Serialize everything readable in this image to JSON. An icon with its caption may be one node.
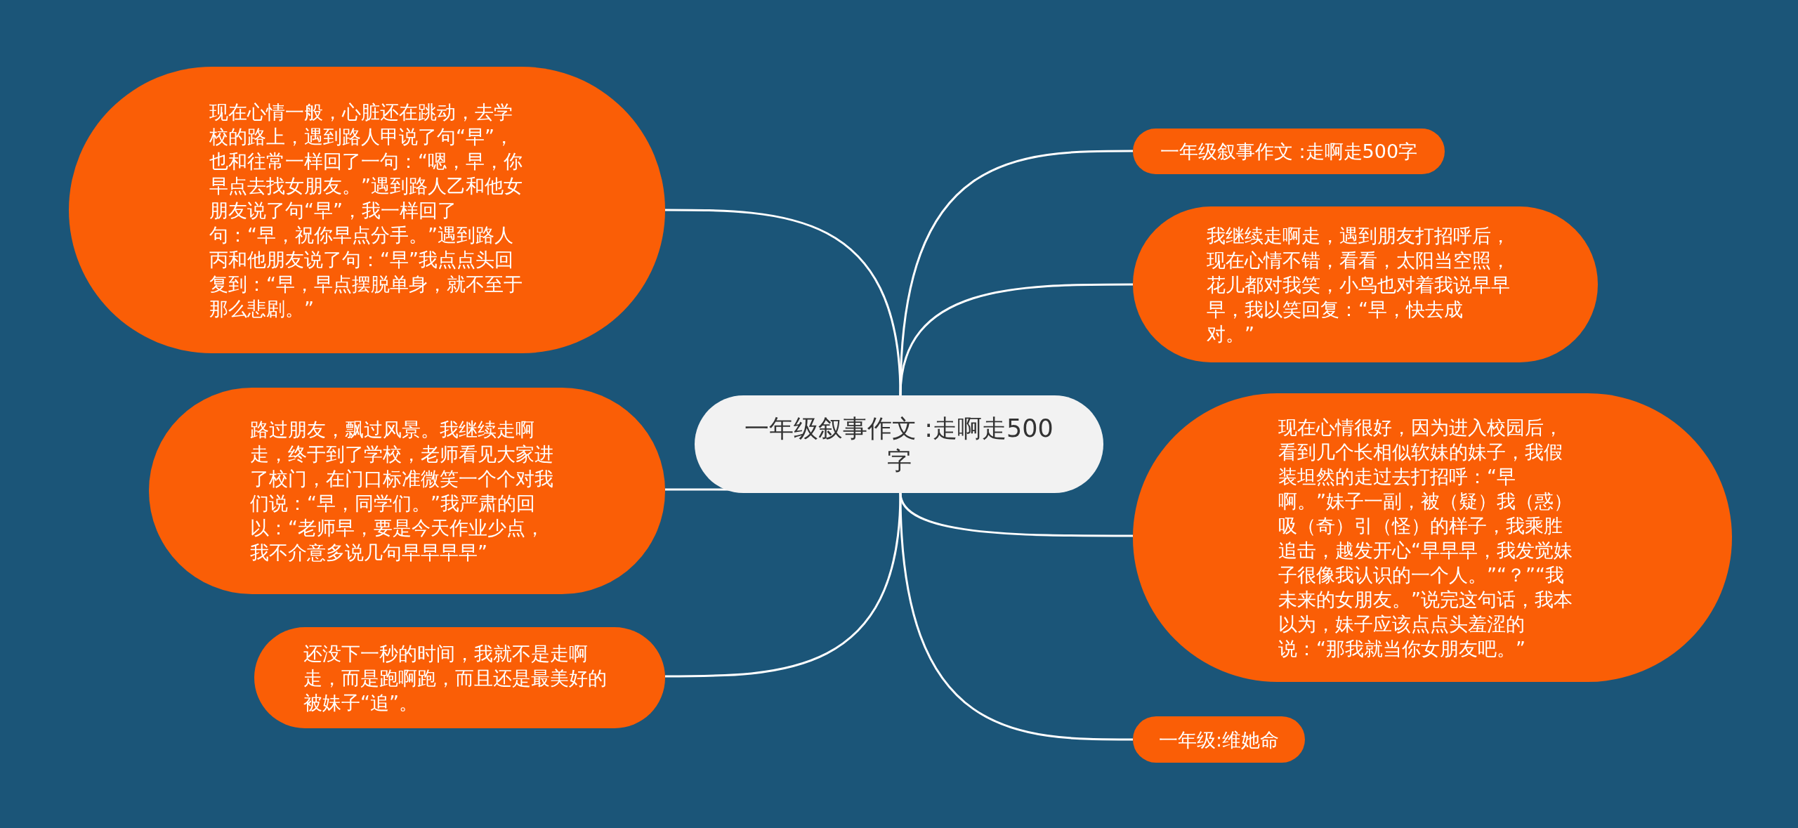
{
  "diagram": {
    "nodes": [
      {
        "text": [
          "一年级叙事作文 :走啊走500字"
        ]
      },
      {
        "text": [
          "现在心情一般，心脏还在跳动，去学校的路上，遇到路人甲说了句“早”，也和往常一样回了一句：“嗯，早，你早点去找女朋友。”遇到路人乙和他女朋友说了句“早”，我一样回了句：“早，祝你早点分手。”遇到路人丙和他朋友说了句：“早”我点点头回复到：“早，早点摆脱单身，就不至于那么悲剧。”"
        ]
      },
      {
        "text": [
          "路过朋友，飘过风景。我继续走啊走，终于到了学校，老师看见大家进了校门，在门口标准微笑一个个对我们说：“早，同学们。”我严肃的回以：“老师早，要是今天作业少点，我不介意多说几句早早早早”"
        ]
      },
      {
        "text": [
          "还没下一秒的时间，我就不是走啊走，而是跑啊跑，而且还是最美好的被妹子“追”。"
        ]
      },
      {
        "text": [
          "一年级叙事作文 :走啊走500字"
        ]
      },
      {
        "text": [
          "我继续走啊走，遇到朋友打招呼后，现在心情不错，看看，太阳当空照，花儿都对我笑，小鸟也对着我说早早早，我以笑回复：“早，快去成对。”"
        ]
      },
      {
        "text": [
          "现在心情很好，因为进入校园后，看到几个长相似软妹的妹子，我假装坦然的走过去打招呼：“早啊。”妹子一副，被（疑）我（惑）吸（奇）引（怪）的样子，我乘胜追击，越发开心“早早早，我发觉妹子很像我认识的一个人。”“？”“我未来的女朋友。”说完这句话，我本以为，妹子应该点点头羞涩的说：“那我就当你女朋友吧。”"
        ]
      },
      {
        "text": [
          "一年级:维她命"
        ]
      }
    ],
    "edges": [
      {
        "from": 0,
        "to": 1,
        "arrow": "none"
      },
      {
        "from": 0,
        "to": 2,
        "arrow": "none"
      },
      {
        "from": 0,
        "to": 3,
        "arrow": "none"
      },
      {
        "from": 0,
        "to": 4,
        "arrow": "none"
      },
      {
        "from": 0,
        "to": 5,
        "arrow": "none"
      },
      {
        "from": 0,
        "to": 6,
        "arrow": "none"
      },
      {
        "from": 0,
        "to": 7,
        "arrow": "none"
      }
    ]
  }
}
